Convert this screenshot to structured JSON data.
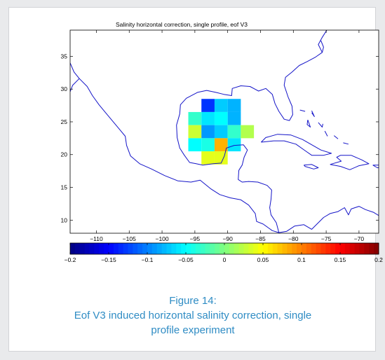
{
  "chart_data": {
    "type": "heatmap",
    "title": "Salinity horizontal correction, single profile, eof V3",
    "xlabel": "",
    "ylabel": "",
    "xlim": [
      -114,
      -67
    ],
    "ylim": [
      8,
      39
    ],
    "x_ticks": [
      -110,
      -105,
      -100,
      -95,
      -90,
      -85,
      -80,
      -75,
      -70
    ],
    "y_ticks": [
      10,
      15,
      20,
      25,
      30,
      35
    ],
    "x_tick_labels": [
      "−110",
      "−105",
      "−100",
      "−95",
      "−90",
      "−85",
      "−80",
      "−75",
      "−70"
    ],
    "y_tick_labels": [
      "10",
      "15",
      "20",
      "25",
      "30",
      "35"
    ],
    "cell_size_deg": 2,
    "cells": [
      {
        "lon": -93,
        "lat": 27.5,
        "value": -0.13
      },
      {
        "lon": -91,
        "lat": 27.5,
        "value": -0.07
      },
      {
        "lon": -89,
        "lat": 27.5,
        "value": -0.08
      },
      {
        "lon": -95,
        "lat": 25.5,
        "value": -0.03
      },
      {
        "lon": -93,
        "lat": 25.5,
        "value": -0.06
      },
      {
        "lon": -91,
        "lat": 25.5,
        "value": -0.05
      },
      {
        "lon": -89,
        "lat": 25.5,
        "value": -0.08
      },
      {
        "lon": -95,
        "lat": 23.5,
        "value": 0.03
      },
      {
        "lon": -93,
        "lat": 23.5,
        "value": -0.09
      },
      {
        "lon": -91,
        "lat": 23.5,
        "value": -0.07
      },
      {
        "lon": -89,
        "lat": 23.5,
        "value": -0.03
      },
      {
        "lon": -87,
        "lat": 23.5,
        "value": 0.02
      },
      {
        "lon": -95,
        "lat": 21.5,
        "value": -0.05
      },
      {
        "lon": -93,
        "lat": 21.5,
        "value": -0.04
      },
      {
        "lon": -91,
        "lat": 21.5,
        "value": 0.08
      },
      {
        "lon": -89,
        "lat": 21.5,
        "value": -0.06
      },
      {
        "lon": -93,
        "lat": 19.5,
        "value": 0.04
      },
      {
        "lon": -91,
        "lat": 19.5,
        "value": 0.04
      }
    ],
    "colorbar": {
      "range": [
        -0.2,
        0.2
      ],
      "ticks": [
        -0.2,
        -0.15,
        -0.1,
        -0.05,
        0,
        0.05,
        0.1,
        0.15,
        0.2
      ],
      "tick_labels": [
        "−0.2",
        "−0.15",
        "−0.1",
        "−0.05",
        "0",
        "0.05",
        "0.1",
        "0.15",
        "0.2"
      ],
      "colormap": "jet",
      "n_colors": 64
    },
    "coastline_color": "#1414c8"
  },
  "caption": {
    "line1": "Figure 14:",
    "line2": "Eof V3 induced horizontal salinity correction, single",
    "line3": "profile experiment"
  }
}
